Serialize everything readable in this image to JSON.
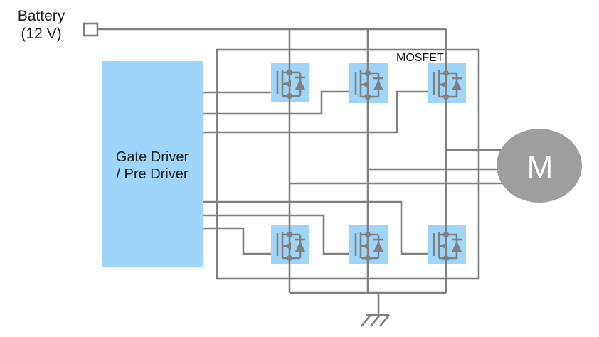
{
  "battery": {
    "label_line1": "Battery",
    "label_line2": "(12 V)",
    "terminal_icon": "square-terminal"
  },
  "gate_driver": {
    "label_line1": "Gate Driver",
    "label_line2": "/ Pre Driver"
  },
  "bridge": {
    "mosfet_label": "MOSFET",
    "high_side_mosfet_count": 3,
    "low_side_mosfet_count": 3,
    "phase_count": 3
  },
  "motor": {
    "label": "M"
  },
  "ground": {
    "symbol": "chassis-ground-icon"
  },
  "colors": {
    "wire": "#808080",
    "component_fill": "#9ED5F8",
    "motor_fill": "#9E9E9E",
    "text": "#1F1F1F",
    "motor_text": "#FFFFFF",
    "background": "#FFFFFF"
  }
}
